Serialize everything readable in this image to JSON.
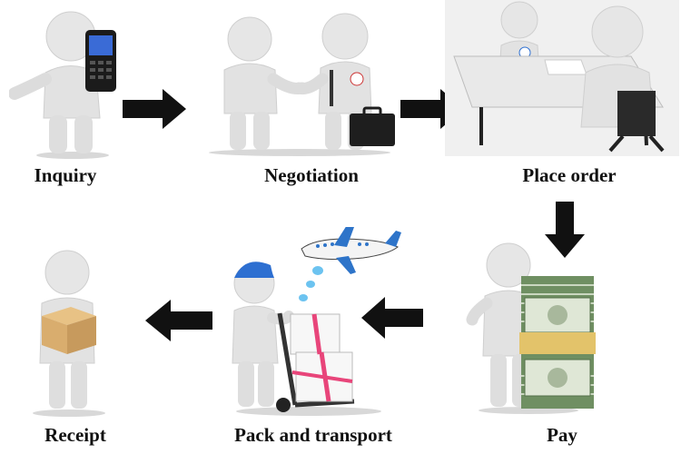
{
  "steps": [
    {
      "label": "Inquiry"
    },
    {
      "label": "Negotiation"
    },
    {
      "label": "Place order"
    },
    {
      "label": "Pay"
    },
    {
      "label": "Pack and transport"
    },
    {
      "label": "Receipt"
    }
  ],
  "arrows": [
    "arrow-right",
    "arrow-right",
    "arrow-down",
    "arrow-left",
    "arrow-left"
  ],
  "colors": {
    "figure": "#e4e4e4",
    "figure_shade": "#c9c9c9",
    "arrow": "#111111",
    "box": "#d9ad6e",
    "cash": "#6f8f62",
    "band": "#e3c36a",
    "strap": "#e8457a",
    "cap": "#2d6fd1"
  }
}
